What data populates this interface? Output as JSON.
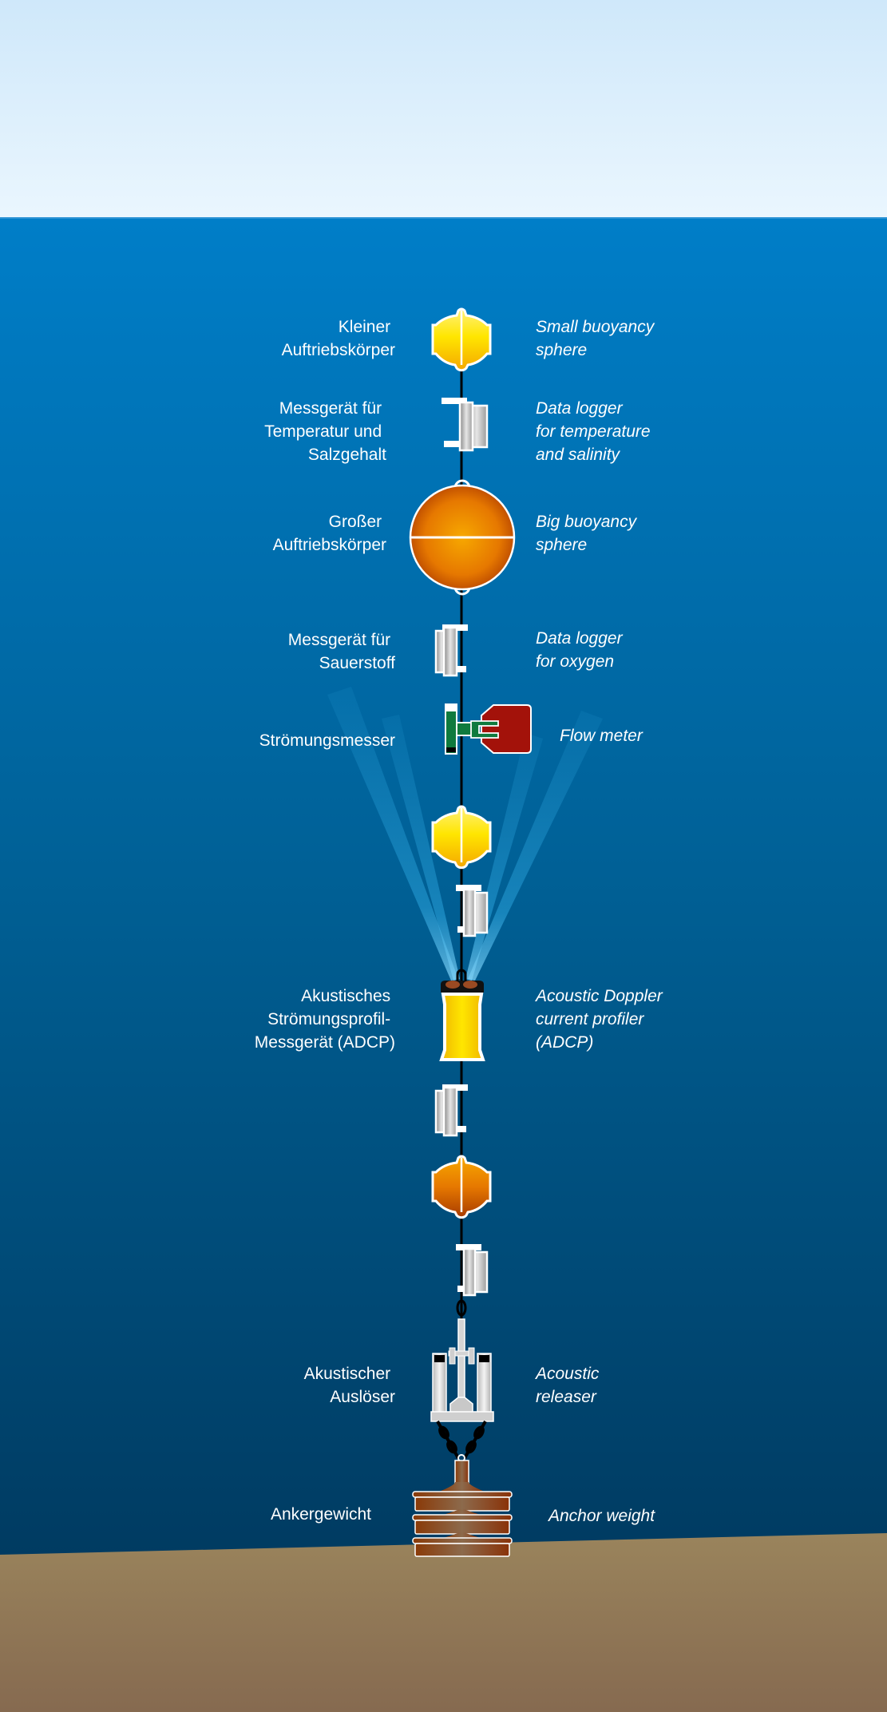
{
  "diagram": {
    "title": "Ocean mooring (Verankerung)",
    "colors": {
      "sky_top": "#cfe8fa",
      "sky_bottom": "#eaf6fe",
      "water_top": "#007ec8",
      "water_mid": "#005f94",
      "water_bottom": "#003a60",
      "seabed_top": "#9a845c",
      "seabed_bottom": "#866a50",
      "small_buoy_yellow": "#ffe600",
      "small_buoy_orange": "#e87a00",
      "big_buoy": "#e8860a",
      "logger": "#b5b5b5",
      "flow_meter_body": "#0f7a3e",
      "flow_meter_fin": "#a3120a",
      "adcp_body": "#ffd800",
      "releaser": "#d4d4d4",
      "anchor": "#8a4316",
      "mooring_line": "#000000",
      "label_text": "#ffffff"
    },
    "components": [
      {
        "id": "small-buoy-1",
        "de": [
          "Kleiner",
          "Auftriebskörper"
        ],
        "en": [
          "Small buoyancy",
          "sphere"
        ]
      },
      {
        "id": "logger-ts",
        "de": [
          "Messgerät für",
          "Temperatur und",
          "Salzgehalt"
        ],
        "en": [
          "Data logger",
          "for temperature",
          "and salinity"
        ]
      },
      {
        "id": "big-buoy",
        "de": [
          "Großer",
          "Auftriebskörper"
        ],
        "en": [
          "Big buoyancy",
          "sphere"
        ]
      },
      {
        "id": "logger-oxygen",
        "de": [
          "Messgerät für",
          "Sauerstoff"
        ],
        "en": [
          "Data logger",
          "for oxygen"
        ]
      },
      {
        "id": "flow-meter",
        "de": [
          "Strömungsmesser"
        ],
        "en": [
          "Flow meter"
        ]
      },
      {
        "id": "adcp",
        "de": [
          "Akustisches",
          "Strömungsprofil-",
          "Messgerät (ADCP)"
        ],
        "en": [
          "Acoustic Doppler",
          "current profiler",
          "(ADCP)"
        ]
      },
      {
        "id": "releaser",
        "de": [
          "Akustischer",
          "Auslöser"
        ],
        "en": [
          "Acoustic",
          "releaser"
        ]
      },
      {
        "id": "anchor",
        "de": [
          "Ankergewicht"
        ],
        "en": [
          "Anchor weight"
        ]
      }
    ]
  }
}
